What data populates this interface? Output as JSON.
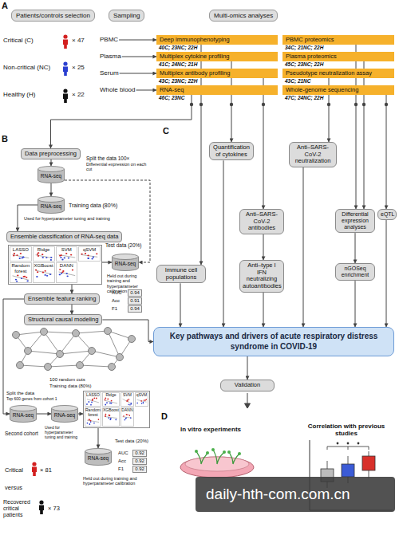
{
  "diagram": {
    "nodes": [
      {
        "text": [
          "Patients/controls selection"
        ]
      },
      {
        "text": [
          "Sampling"
        ]
      },
      {
        "text": [
          "Multi-omics analyses"
        ]
      },
      {
        "text": [
          "PBMC"
        ]
      },
      {
        "text": [
          "Plasma"
        ]
      },
      {
        "text": [
          "Serum"
        ]
      },
      {
        "text": [
          "Whole blood"
        ]
      },
      {
        "text": [
          "Deep immunophenotyping",
          "40C; 23NC; 22H"
        ]
      },
      {
        "text": [
          "PBMC proteomics",
          "34C; 21NC; 22H"
        ]
      },
      {
        "text": [
          "Multiplex cytokine profiling",
          "41C; 24NC; 21H"
        ]
      },
      {
        "text": [
          "Plasma proteomics",
          "45C; 23NC; 22H"
        ]
      },
      {
        "text": [
          "Multiplex antibody profiling",
          "43C; 23NC; 22H"
        ]
      },
      {
        "text": [
          "Pseudotype neutralization assay",
          "43C; 21NC"
        ]
      },
      {
        "text": [
          "RNA-seq",
          "46C; 23NC"
        ]
      },
      {
        "text": [
          "Whole-genome sequencing",
          "47C; 24NC; 22H"
        ]
      },
      {
        "text": [
          "Data preprocessing"
        ]
      },
      {
        "text": [
          "RNA-seq"
        ]
      },
      {
        "text": [
          "RNA-seq"
        ]
      },
      {
        "text": [
          "Ensemble classification of RNA-seq data"
        ]
      },
      {
        "text": [
          "LASSO",
          "Ridge",
          "SVM",
          "qSVM",
          "Random forest",
          "XGBoost",
          "DANN"
        ]
      },
      {
        "text": [
          "RNA-seq"
        ]
      },
      {
        "text": [
          "Ensemble feature ranking"
        ]
      },
      {
        "text": [
          "Structural causal modeling"
        ]
      },
      {
        "text": [
          "RNA-seq"
        ]
      },
      {
        "text": [
          "RNA-seq"
        ]
      },
      {
        "text": [
          "LASSO",
          "Ridge",
          "SVM",
          "qSVM",
          "Random forest",
          "XGBoost",
          "DANN"
        ]
      },
      {
        "text": [
          "RNA-seq"
        ]
      },
      {
        "text": [
          "Quantification of cytokines"
        ]
      },
      {
        "text": [
          "Anti–SARS-CoV-2 neutralization"
        ]
      },
      {
        "text": [
          "Anti–SARS-CoV-2 antibodies"
        ]
      },
      {
        "text": [
          "Differential expression analyses"
        ]
      },
      {
        "text": [
          "eQTL"
        ]
      },
      {
        "text": [
          "Immune cell populations"
        ]
      },
      {
        "text": [
          "Anti–type I IFN neutralizing autoantibodies"
        ]
      },
      {
        "text": [
          "nGOSeq enrichment"
        ]
      },
      {
        "text": [
          "Key pathways and drivers of acute respiratory distress syndrome in COVID-19"
        ]
      },
      {
        "text": [
          "Validation"
        ]
      }
    ],
    "edges": [
      {
        "from": 3,
        "to": 7,
        "arrow": "to"
      },
      {
        "from": 4,
        "to": 9,
        "arrow": "to"
      },
      {
        "from": 5,
        "to": 11,
        "arrow": "to"
      },
      {
        "from": 6,
        "to": 13,
        "arrow": "to"
      },
      {
        "from": 13,
        "to": 15,
        "arrow": "to"
      },
      {
        "from": 15,
        "to": 16,
        "arrow": "to"
      },
      {
        "from": 16,
        "to": 17,
        "arrow": "to"
      },
      {
        "from": 17,
        "to": 18,
        "arrow": "to"
      },
      {
        "from": 16,
        "to": 20,
        "arrow": "to"
      },
      {
        "from": 19,
        "to": 20,
        "arrow": "to"
      },
      {
        "from": 19,
        "to": 21,
        "arrow": "to"
      },
      {
        "from": 21,
        "to": 22,
        "arrow": "to"
      },
      {
        "from": 21,
        "to": 23,
        "arrow": "to"
      },
      {
        "from": 23,
        "to": 24,
        "arrow": "to"
      },
      {
        "from": 24,
        "to": 25,
        "arrow": "to"
      },
      {
        "from": 25,
        "to": 26,
        "arrow": "to"
      },
      {
        "from": 7,
        "to": 32,
        "arrow": "to"
      },
      {
        "from": 9,
        "to": 27,
        "arrow": "to"
      },
      {
        "from": 11,
        "to": 29,
        "arrow": "to"
      },
      {
        "from": 29,
        "to": 33,
        "arrow": "to"
      },
      {
        "from": 12,
        "to": 28,
        "arrow": "to"
      },
      {
        "from": 8,
        "to": 30,
        "arrow": "to"
      },
      {
        "from": 10,
        "to": 30,
        "arrow": "to"
      },
      {
        "from": 14,
        "to": 31,
        "arrow": "to"
      },
      {
        "from": 30,
        "to": 34,
        "arrow": "to"
      },
      {
        "from": 32,
        "to": 35,
        "arrow": "to"
      },
      {
        "from": 27,
        "to": 35,
        "arrow": "to"
      },
      {
        "from": 33,
        "to": 35,
        "arrow": "to"
      },
      {
        "from": 28,
        "to": 35,
        "arrow": "to"
      },
      {
        "from": 34,
        "to": 35,
        "arrow": "to"
      },
      {
        "from": 31,
        "to": 35,
        "arrow": "to"
      },
      {
        "from": 22,
        "to": 35,
        "arrow": "to"
      },
      {
        "from": 35,
        "to": 36,
        "arrow": "to"
      }
    ],
    "labels": [
      "A",
      "Critical (C)",
      "× 47",
      "Non-critical (NC)",
      "× 25",
      "Healthy (H)",
      "× 22",
      "B",
      "Split the data 100×",
      "Differential expression on each cut",
      "Training data (80%)",
      "Used for hyperparameter tuning and training",
      "Test data (20%)",
      "Held out during training and hyperparameter calibration",
      "AUC",
      "0.94",
      "Acc",
      "0.91",
      "F1",
      "0.94",
      "100 random cuts",
      "Training data (80%)",
      "Split the data",
      "Top 600 genes from cohort 1",
      "Used for hyperparameter tuning and training",
      "Second cohort",
      "Test data (20%)",
      "AUC",
      "0.92",
      "Acc",
      "0.92",
      "F1",
      "0.92",
      "Held out during training and hyperparameter calibration",
      "Critical",
      "× 81",
      "versus",
      "Recovered critical patients",
      "× 73",
      "C",
      "D",
      "In vitro experiments",
      "Correlation with previous studies",
      "daily-hth-com.com.cn"
    ]
  }
}
